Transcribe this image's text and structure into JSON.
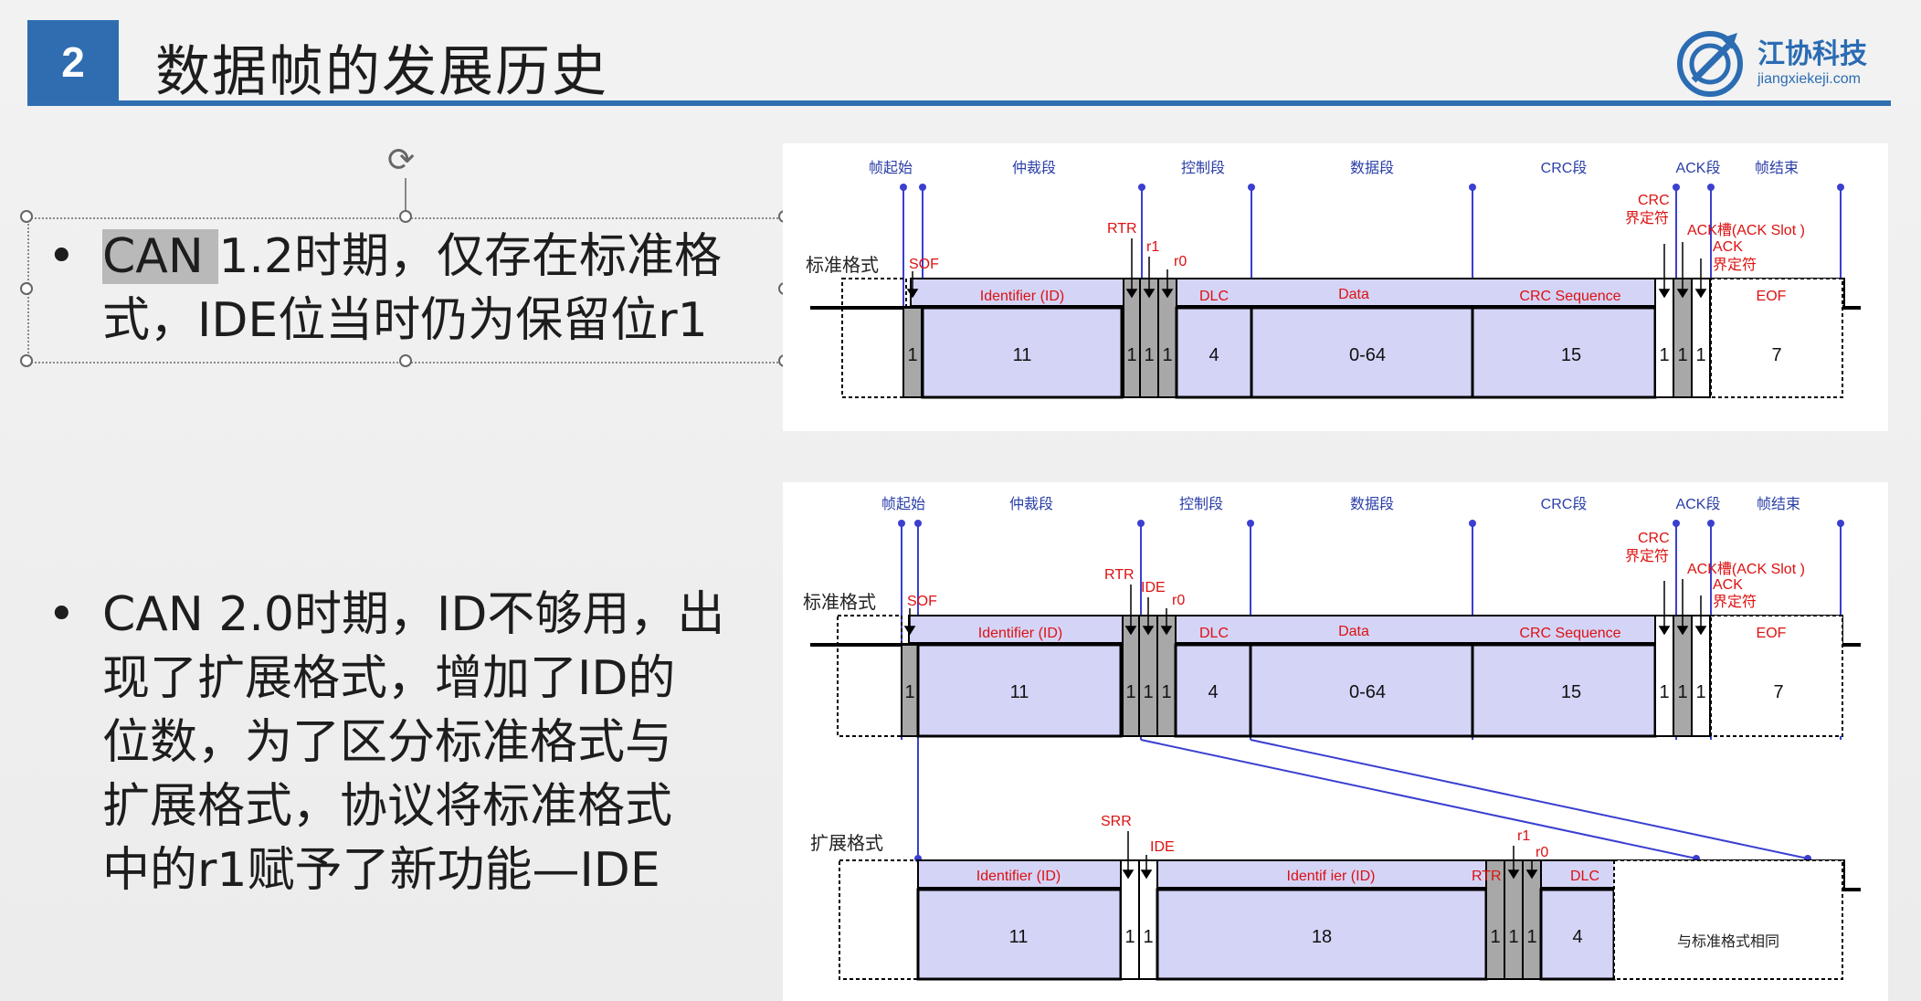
{
  "slide": {
    "number": "2",
    "title": "数据帧的发展历史",
    "logo_name": "江协科技",
    "logo_url": "jiangxiekeji.com"
  },
  "bullets": [
    {
      "highlight": "CAN ",
      "lines": [
        "1.2时期，仅存在标准格",
        "式，IDE位当时仍为保留位r1"
      ]
    },
    {
      "lines": [
        "CAN 2.0时期，ID不够用，出",
        "现了扩展格式，增加了ID的",
        "位数，为了区分标准格式与",
        "扩展格式，协议将标准格式",
        "中的r1赋予了新功能—IDE"
      ]
    }
  ],
  "diagram": {
    "segments": [
      "帧起始",
      "仲裁段",
      "控制段",
      "数据段",
      "CRC段",
      "ACK段",
      "帧结束"
    ],
    "std_label": "标准格式",
    "ext_label": "扩展格式",
    "std_fields": [
      "Identifier (ID)",
      "DLC",
      "Data",
      "CRC Sequence",
      "EOF"
    ],
    "std_bits": [
      "1",
      "11",
      "1",
      "1",
      "1",
      "4",
      "0-64",
      "15",
      "1",
      "1",
      "1",
      "7"
    ],
    "top_annotations": {
      "rtr": "RTR",
      "r1": "r1",
      "r0": "r0",
      "sof": "SOF",
      "crc_delim_1": "CRC",
      "crc_delim_2": "界定符",
      "ack_slot": "ACK槽(ACK Slot )",
      "ack_delim_1": "ACK",
      "ack_delim_2": "界定符"
    },
    "bottom_annotations": {
      "rtr": "RTR",
      "ide": "IDE",
      "r0": "r0",
      "sof": "SOF",
      "srr": "SRR",
      "ide_ext": "IDE",
      "rtr_ext": "RTR",
      "r1_ext": "r1",
      "r0_ext": "r0"
    },
    "ext_fields": [
      "Identifier (ID)",
      "Identif ier (ID)",
      "DLC"
    ],
    "ext_bits": [
      "11",
      "1",
      "1",
      "18",
      "1",
      "1",
      "1",
      "4"
    ],
    "ext_rest": "与标准格式相同"
  }
}
